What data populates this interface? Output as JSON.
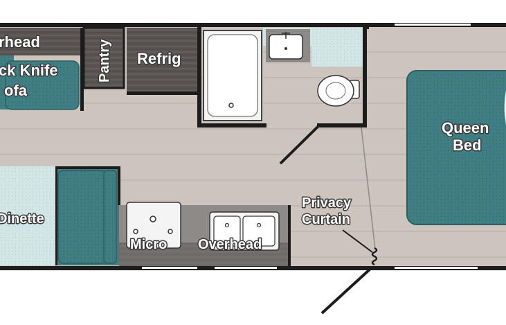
{
  "labels": {
    "overhead_top": "rhead",
    "jack_knife_line1": "ck Knife",
    "jack_knife_line2": "ofa",
    "pantry": "Pantry",
    "refrig": "Refrig",
    "queen_bed_line1": "Queen",
    "queen_bed_line2": "Bed",
    "privacy_line1": "Privacy",
    "privacy_line2": "Curtain",
    "dinette": "Dinette",
    "micro": "Micro",
    "overhead_bottom": "Overhead"
  },
  "colors": {
    "floor": "#cdc4bd",
    "floor_plank_line": "#b8afa8",
    "wall": "#1c1c1c",
    "teal": "#3f7f83",
    "teal_light": "#d2e6e5",
    "cabinet": "#5b5552",
    "counter": "#8d8a88",
    "appliance": "#f4f4f4"
  },
  "icons": [
    "shower-icon",
    "sink-icon",
    "toilet-icon",
    "stove-icon",
    "kitchen-sink-icon",
    "door-swing-icon"
  ]
}
